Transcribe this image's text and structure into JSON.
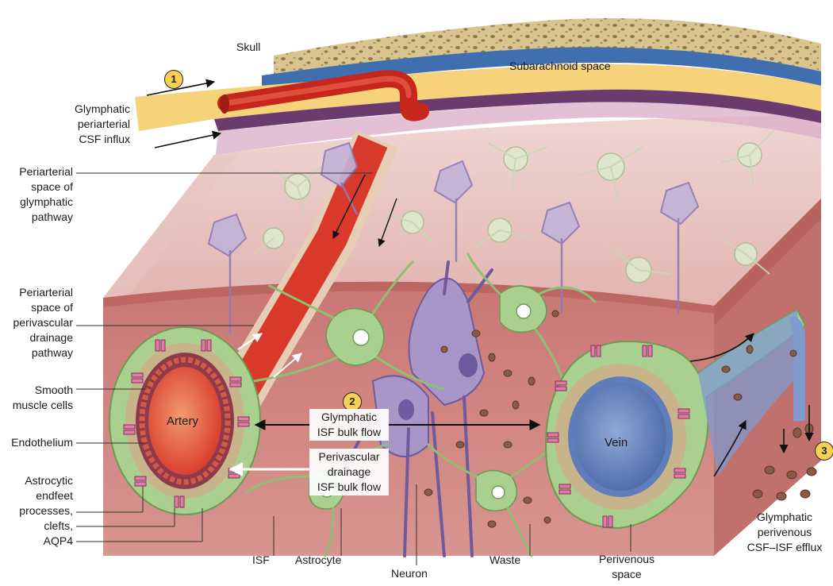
{
  "labels": {
    "skull": "Skull",
    "subarachnoid_space": "Subarachnoid space",
    "influx": "Glymphatic\nperiarterial\nCSF influx",
    "periarterial_glymphatic": "Periarterial\nspace of\nglymphatic\npathway",
    "periarterial_drainage": "Periarterial\nspace of\nperivascular\ndrainage\npathway",
    "smooth_muscle": "Smooth\nmuscle cells",
    "endothelium": "Endothelium",
    "astrocytic_endfeet": "Astrocytic\nendfeet\nprocesses,\nclefts,\nAQP4",
    "artery": "Artery",
    "vein": "Vein",
    "glymphatic_flow": "Glymphatic\nISF bulk flow",
    "perivascular_flow": "Perivascular\ndrainage\nISF bulk flow",
    "isf": "ISF",
    "astrocyte": "Astrocyte",
    "neuron": "Neuron",
    "waste": "Waste",
    "perivenous_space": "Perivenous\nspace",
    "efflux": "Glymphatic\nperivenous\nCSF–ISF efflux"
  },
  "steps": [
    "1",
    "2",
    "3"
  ],
  "colors": {
    "skull": "#d9c48f",
    "dura": "#3f6fae",
    "csf": "#f6d27a",
    "pia": "#6b3b6e",
    "cortex": "#d99b97",
    "white_matter": "#c46e6a",
    "artery": "#d8392b",
    "vein": "#6f8fc4",
    "astrocyte": "#a9d08e",
    "neuron": "#8f7ab8",
    "aqp4": "#d85c8e",
    "waste": "#8a5a44"
  }
}
